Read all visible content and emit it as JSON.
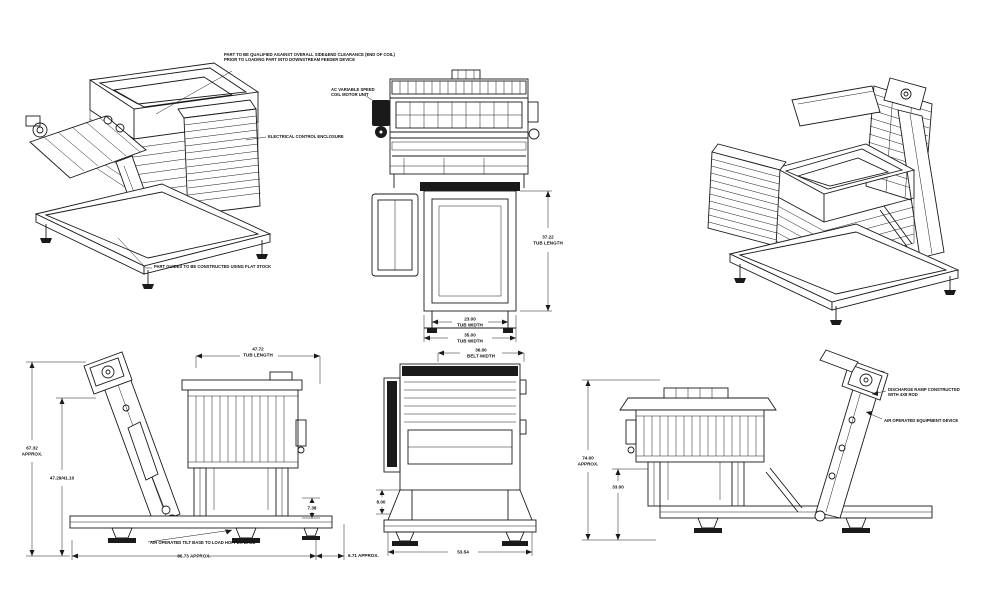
{
  "notes": {
    "qualify": {
      "line1": "PART TO BE QUALIFIED AGAINST OVERALL SIDE&END CLEARANCE (END OF COIL)",
      "line2": "PRIOR TO LOADING PART INTO DOWNSTREAM FEEDER DEVICE"
    },
    "electrical_enclosure": "ELECTRICAL CONTROL ENCLOSURE",
    "part_guides": "PART GUIDES TO BE CONSTRUCTED USING FLAT STOCK",
    "ac_motor": {
      "line1": "AC VARIABLE SPEED",
      "line2": "COIL MOTOR UNIT"
    },
    "tilt_base": "AIR OPERATED TILT BASE TO LOAD HOPPER BASE",
    "discharge_ramp": {
      "line1": "DISCHARGE RAMP CONSTRUCTED",
      "line2": "WITH 4X8 ROD"
    },
    "air_equipment": "AIR OPERATED EQUIPMENT DEVICE"
  },
  "dimensions": {
    "front_tub_length": {
      "value": "37.22",
      "label": "TUB LENGTH"
    },
    "tub_width_inner": {
      "value": "23.00",
      "label": "TUB WIDTH"
    },
    "tub_width_outer": {
      "value": "35.00",
      "label": "TUB WIDTH"
    },
    "belt_width": {
      "value": "36.00",
      "label": "BELT WIDTH"
    },
    "side_tub_length": {
      "value": "47.72",
      "label": "TUB LENGTH"
    },
    "overall_height": {
      "value": "67.32",
      "label": "APPROX."
    },
    "tilt_height": {
      "value": "47.29/41.10"
    },
    "base_length": {
      "value": "86.73 APPROX."
    },
    "overhang": {
      "value": "6.71 APPROX."
    },
    "foot_height": {
      "value": "7.38"
    },
    "belt_clearance": {
      "value": "8.00"
    },
    "base_width": {
      "value": "53.54"
    },
    "right_overall_height": {
      "value": "74.00",
      "label": "APPROX."
    },
    "right_frame_height": {
      "value": "33.00"
    }
  },
  "colors": {
    "line": "#1a1a1a",
    "background": "#ffffff"
  }
}
